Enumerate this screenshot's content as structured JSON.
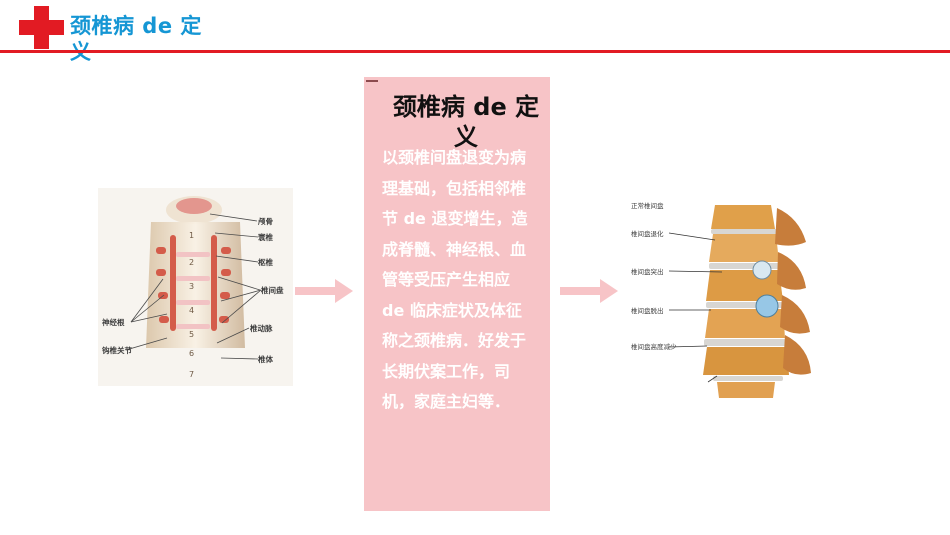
{
  "header": {
    "title": "颈椎病 de 定义",
    "brand_color": "#e21b23",
    "title_color": "#1596d4"
  },
  "center_card": {
    "title": "颈椎病 de 定义",
    "body": "以颈椎间盘退变为病理基础，包括相邻椎节 de 退变增生，造成脊髓、神经根、血管等受压产生相应 de 临床症状及体征称之颈椎病．好发于长期伏案工作，司机，家庭主妇等．",
    "background": "#f7c4c7"
  },
  "left_diagram": {
    "numbers": [
      "1",
      "2",
      "3",
      "4",
      "5",
      "6",
      "7"
    ],
    "labels": {
      "atlas": "颅骨",
      "axis": "寰椎",
      "c2": "枢椎",
      "disc": "椎间盘",
      "nerve": "神经根",
      "joint": "钩椎关节",
      "artery": "椎动脉",
      "body": "椎体"
    }
  },
  "right_diagram": {
    "labels": {
      "normal": "正常椎间盘",
      "degeneration": "椎间盘退化",
      "bulge": "椎间盘突出",
      "prolapse": "椎间盘脱出",
      "height": "椎间盘高度减少"
    }
  },
  "icons": {
    "cross": "red-cross-icon",
    "arrow": "right-arrow-icon"
  }
}
